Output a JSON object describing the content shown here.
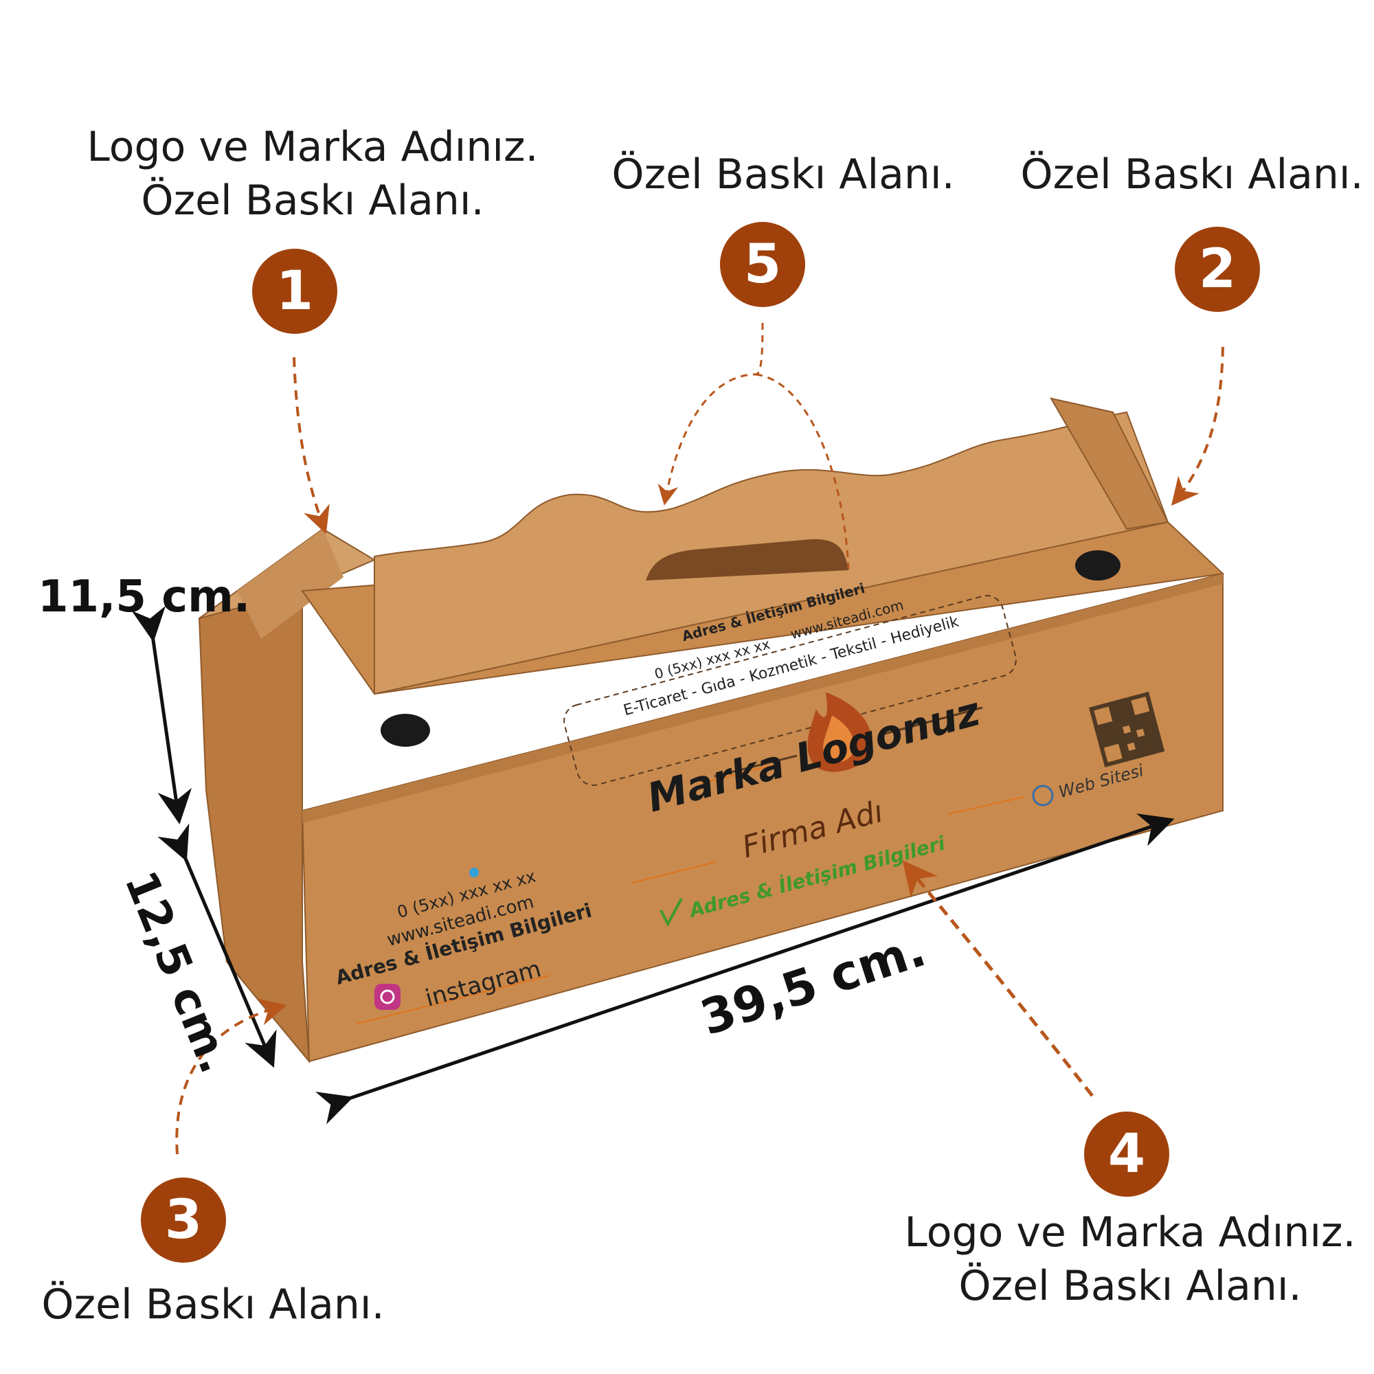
{
  "callouts": [
    {
      "number": "1",
      "lines": [
        "Logo ve Marka Adınız.",
        "Özel Baskı Alanı."
      ]
    },
    {
      "number": "2",
      "lines": [
        "Özel Baskı Alanı."
      ]
    },
    {
      "number": "3",
      "lines": [
        "Özel Baskı Alanı."
      ]
    },
    {
      "number": "4",
      "lines": [
        "Logo ve Marka Adınız.",
        "Özel Baskı Alanı."
      ]
    },
    {
      "number": "5",
      "lines": [
        "Özel Baskı Alanı."
      ]
    }
  ],
  "dimensions": {
    "height": "11,5 cm.",
    "depth": "12,5 cm.",
    "length": "39,5 cm."
  },
  "box_print": {
    "brand_logo": "Marka Logonuz",
    "company_name": "Firma Adı",
    "address_info": "Adres & İletişim Bilgileri",
    "website_label": "Web Sitesi",
    "phone": "0 (5xx) xxx xx xx",
    "site_url": "www.siteadi.com",
    "address_title": "Adres & İletişim Bilgileri",
    "instagram": "instagram",
    "top_title": "Adres & İletişim Bilgileri",
    "top_phone": "0 (5xx) xxx xx xx",
    "top_url": "www.siteadi.com",
    "top_sectors": "E-Ticaret - Gıda - Kozmetik - Tekstil - Hediyelik"
  },
  "colors": {
    "badge": "#a0410c",
    "cardboard": "#c8894f",
    "arrow_orange": "#b8561c",
    "accent_green": "#3f9a2a"
  }
}
